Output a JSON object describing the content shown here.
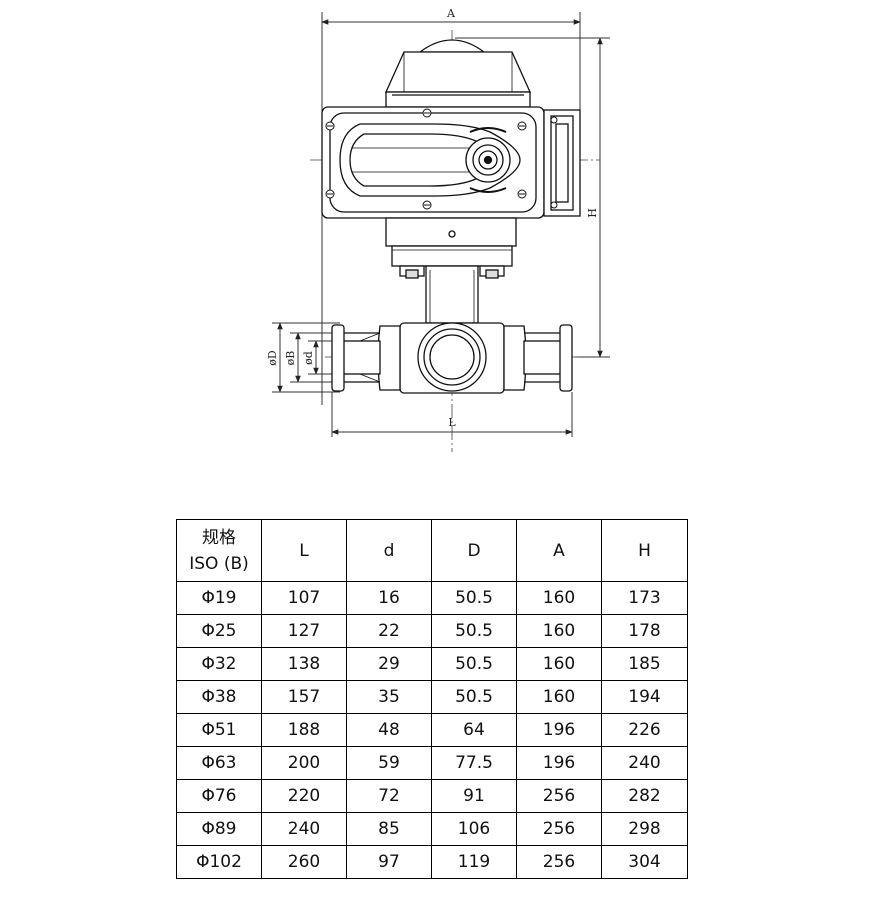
{
  "drawing": {
    "labels": {
      "A": "A",
      "H": "H",
      "L": "L",
      "D": "øD",
      "B": "øB",
      "d": "ød"
    }
  },
  "table": {
    "header": {
      "spec_line1": "规格",
      "spec_line2": "ISO (B)",
      "cols": [
        "L",
        "d",
        "D",
        "A",
        "H"
      ]
    },
    "rows": [
      {
        "spec": "Φ19",
        "L": "107",
        "d": "16",
        "D": "50.5",
        "A": "160",
        "H": "173"
      },
      {
        "spec": "Φ25",
        "L": "127",
        "d": "22",
        "D": "50.5",
        "A": "160",
        "H": "178"
      },
      {
        "spec": "Φ32",
        "L": "138",
        "d": "29",
        "D": "50.5",
        "A": "160",
        "H": "185"
      },
      {
        "spec": "Φ38",
        "L": "157",
        "d": "35",
        "D": "50.5",
        "A": "160",
        "H": "194"
      },
      {
        "spec": "Φ51",
        "L": "188",
        "d": "48",
        "D": "64",
        "A": "196",
        "H": "226"
      },
      {
        "spec": "Φ63",
        "L": "200",
        "d": "59",
        "D": "77.5",
        "A": "196",
        "H": "240"
      },
      {
        "spec": "Φ76",
        "L": "220",
        "d": "72",
        "D": "91",
        "A": "256",
        "H": "282"
      },
      {
        "spec": "Φ89",
        "L": "240",
        "d": "85",
        "D": "106",
        "A": "256",
        "H": "298"
      },
      {
        "spec": "Φ102",
        "L": "260",
        "d": "97",
        "D": "119",
        "A": "256",
        "H": "304"
      }
    ]
  }
}
